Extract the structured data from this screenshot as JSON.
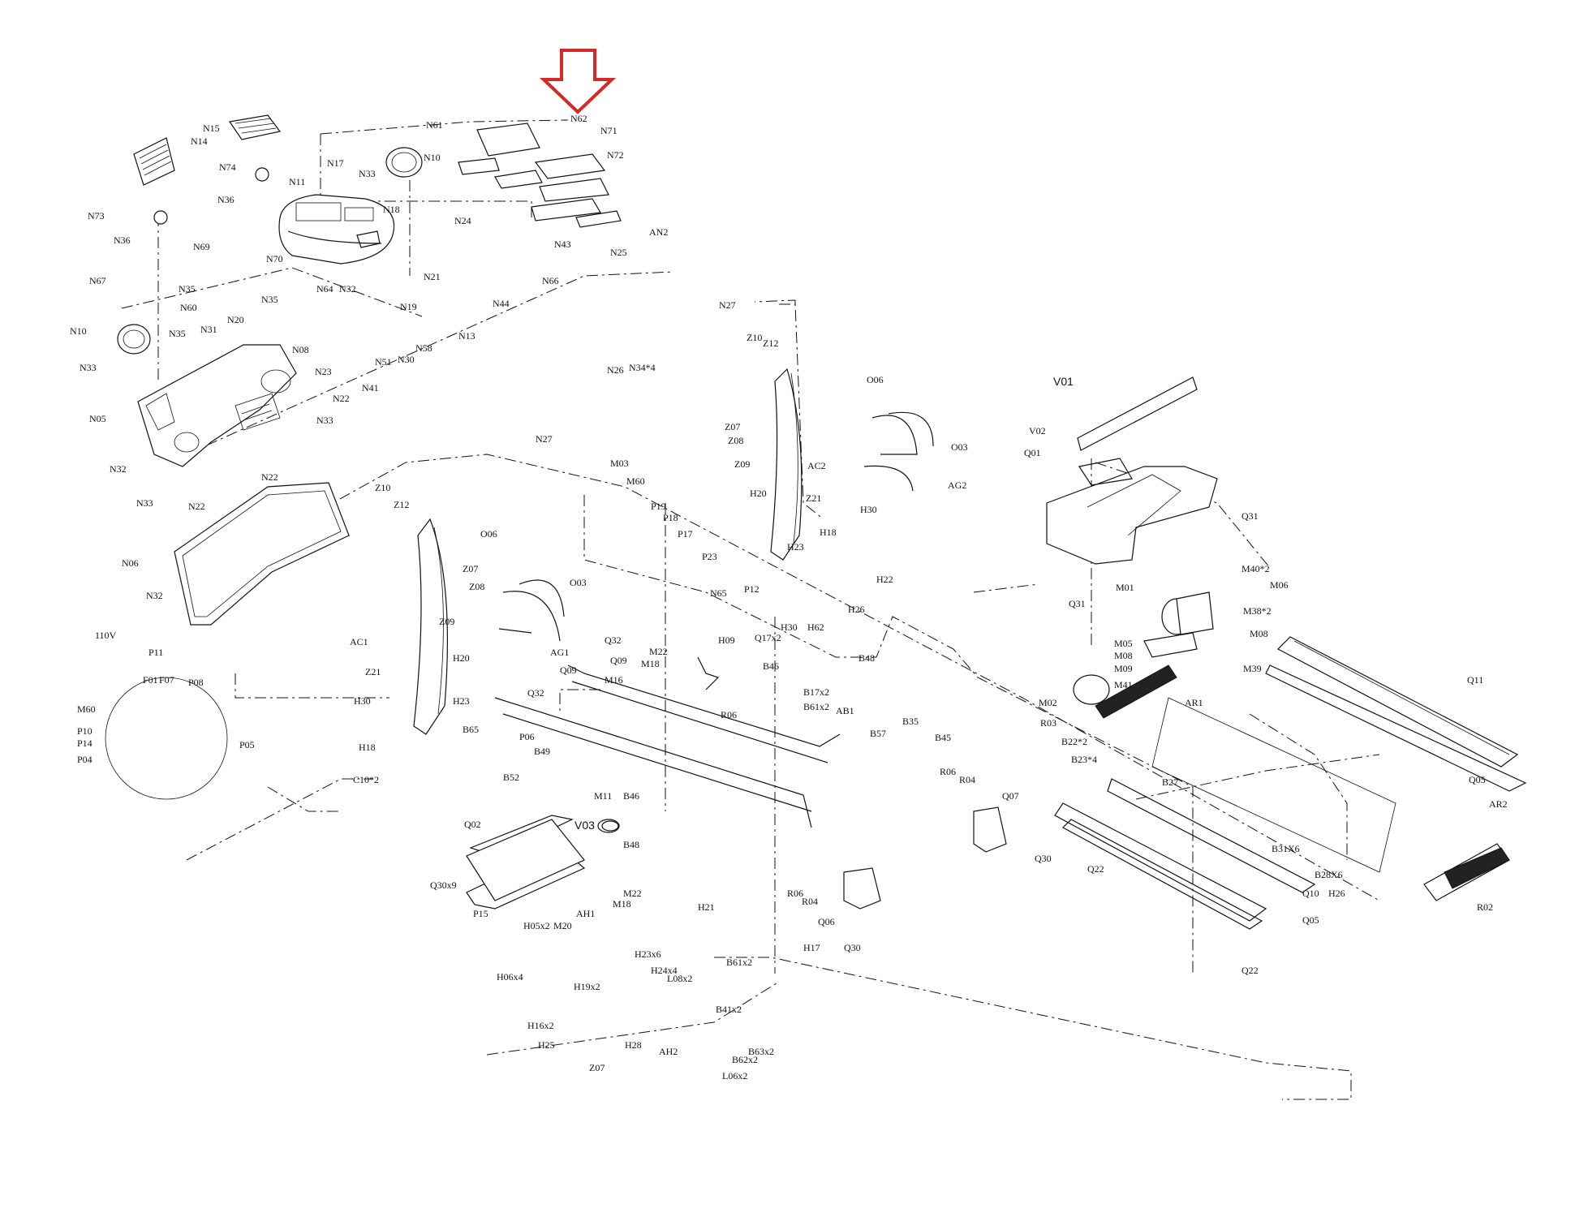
{
  "diagram": {
    "callout_color": "#d62828",
    "line_color": "#111111",
    "labels": {
      "N61": "N61",
      "N62": "N62",
      "N71": "N71",
      "N72": "N72",
      "N15": "N15",
      "N14": "N14",
      "N74": "N74",
      "N36a": "N36",
      "N36b": "N36",
      "N73": "N73",
      "N17": "N17",
      "N33a": "N33",
      "N10a": "N10",
      "N11": "N11",
      "N18": "N18",
      "N24": "N24",
      "N43": "N43",
      "N44": "N44",
      "N25": "N25",
      "AN2": "AN2",
      "N66": "N66",
      "N21": "N21",
      "N69": "N69",
      "N70": "N70",
      "N35a": "N35",
      "N35b": "N35",
      "N35c": "N35",
      "N64": "N64",
      "N32a": "N32",
      "N67": "N67",
      "N60": "N60",
      "N20": "N20",
      "N31": "N31",
      "N19": "N19",
      "N13": "N13",
      "N27a": "N27",
      "N10b": "N10",
      "N33b": "N33",
      "N08": "N08",
      "N51": "N51",
      "N30": "N30",
      "N58": "N58",
      "N26": "N26",
      "N34": "N34*4",
      "N23": "N23",
      "N41": "N41",
      "N22a": "N22",
      "N27b": "N27",
      "N05": "N05",
      "N33c": "N33",
      "N32b": "N32",
      "N33d": "N33",
      "N22b": "N22",
      "N22c": "N22",
      "Z10a": "Z10",
      "Z12a": "Z12",
      "O06a": "O06",
      "Z07a": "Z07",
      "Z08a": "Z08",
      "Z09a": "Z09",
      "O03a": "O03",
      "AC2": "AC2",
      "AG2": "AG2",
      "H20a": "H20",
      "Z21a": "Z21",
      "H30a": "H30",
      "H18a": "H18",
      "P23": "P23",
      "N65": "N65",
      "P12": "P12",
      "H23a": "H23",
      "H22": "H22",
      "H26a": "H26",
      "H30b": "H30",
      "H62": "H62",
      "M03": "M03",
      "M60a": "M60",
      "P19": "P19",
      "P18": "P18",
      "P17": "P17",
      "N06": "N06",
      "N32c": "N32",
      "Z10b": "Z10",
      "Z12b": "Z12",
      "O06b": "O06",
      "Z07b": "Z07",
      "Z08b": "Z08",
      "Z09b": "Z09",
      "O03b": "O03",
      "AG1": "AG1",
      "AC1": "AC1",
      "H20b": "H20",
      "Z21b": "Z21",
      "H30c": "H30",
      "H23b": "H23",
      "H18b": "H18",
      "C10": "C10*2",
      "V110": "110V",
      "P11": "P11",
      "M60b": "M60",
      "F01": "F01",
      "F07": "F07",
      "P08": "P08",
      "P10": "P10",
      "P14": "P14",
      "P04": "P04",
      "P05": "P05",
      "Q32a": "Q32",
      "Q09a": "Q09",
      "M22a": "M22",
      "M18a": "M18",
      "H09": "H09",
      "Q17": "Q17x2",
      "B46a": "B46",
      "M16": "M16",
      "Q09b": "Q09",
      "Q32b": "Q32",
      "B65": "B65",
      "P06": "P06",
      "B49": "B49",
      "B52": "B52",
      "B17": "B17x2",
      "B61a": "B61x2",
      "R06a": "R06",
      "AB1": "AB1",
      "B57": "B57",
      "B48a": "B48",
      "B35": "B35",
      "B45": "B45",
      "R06b": "R06",
      "R04a": "R04",
      "M11": "M11",
      "B46b": "B46",
      "V03": "V03",
      "B48b": "B48",
      "Q07": "Q07",
      "Q30a": "Q30",
      "Q02": "Q02",
      "Q30x9": "Q30x9",
      "P15": "P15",
      "R06c": "R06",
      "R04b": "R04",
      "Q06": "Q06",
      "Q30b": "Q30",
      "H05": "H05x2",
      "AH1": "AH1",
      "M20": "M20",
      "M18b": "M18",
      "M22b": "M22",
      "H21": "H21",
      "H17": "H17",
      "H23x6": "H23x6",
      "H24": "H24x4",
      "H06": "H06x4",
      "H19": "H19x2",
      "L08": "L08x2",
      "B61b": "B61x2",
      "B41": "B41x2",
      "H16": "H16x2",
      "H25": "H25",
      "H28": "H28",
      "AH2": "AH2",
      "Z07c": "Z07",
      "B62": "B62x2",
      "B63": "B63x2",
      "L06": "L06x2",
      "V01": "V01",
      "V02": "V02",
      "Q01": "Q01",
      "Q31a": "Q31",
      "Q31b": "Q31",
      "M01": "M01",
      "M40": "M40*2",
      "M06": "M06",
      "M38": "M38*2",
      "M05": "M05",
      "M08a": "M08",
      "M08b": "M08",
      "M09": "M09",
      "M39": "M39",
      "M41": "M41",
      "M02": "M02",
      "R03": "R03",
      "AR1": "AR1",
      "B22": "B22*2",
      "B23": "B23*4",
      "B27": "B27",
      "Q11": "Q11",
      "Q05a": "Q05",
      "B31": "B31X6",
      "B28": "B28X6",
      "H26b": "H26",
      "Q10": "Q10",
      "Q22a": "Q22",
      "Q05b": "Q05",
      "Q22b": "Q22",
      "AR2": "AR2",
      "R02": "R02"
    }
  }
}
